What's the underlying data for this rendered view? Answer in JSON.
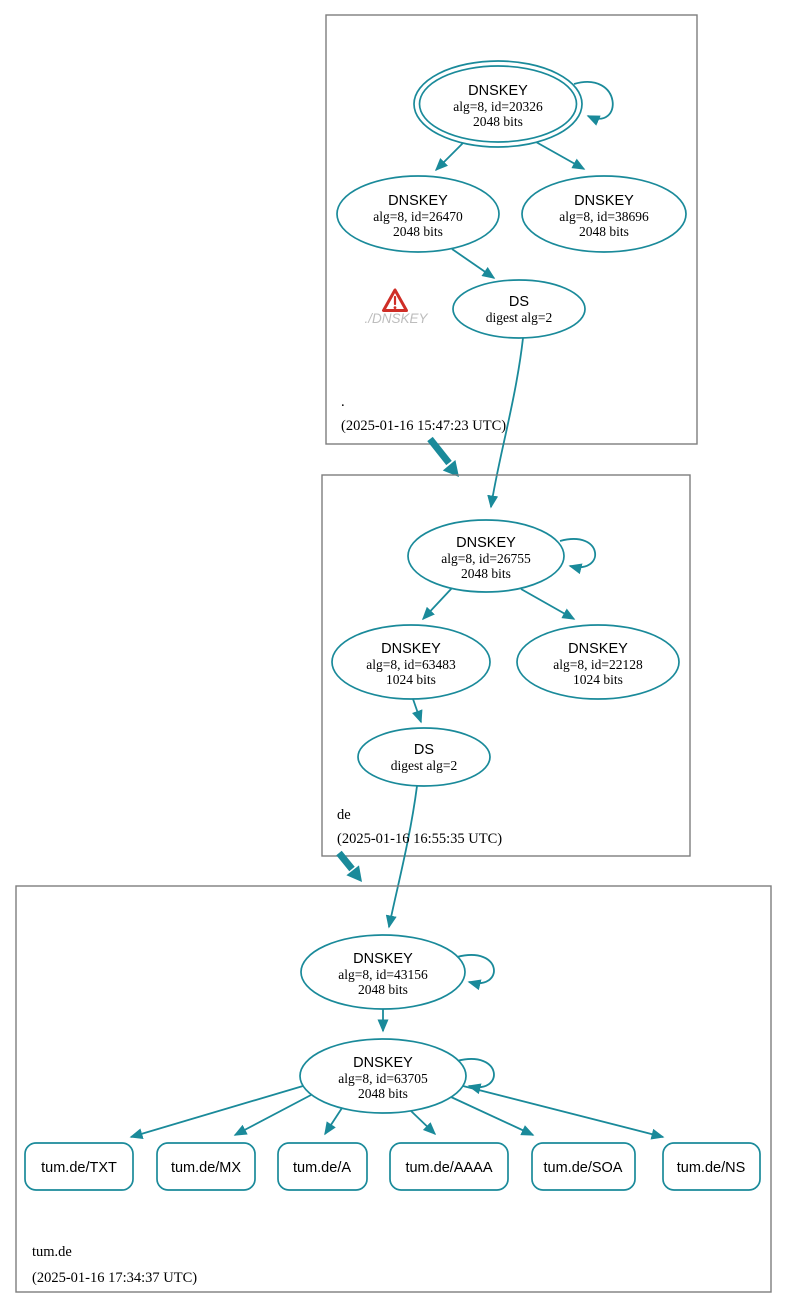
{
  "diagram": {
    "kind": "dnssec-authentication-chain",
    "colors": {
      "edge_teal": "#1a8a9a",
      "ksk_fill_gray": "#d3d3d3",
      "node_fill_white": "#ffffff",
      "zone_border_gray": "#7d7d7d",
      "warning_red": "#cf2e27",
      "dimmed_label_gray": "#bdbdbd"
    },
    "zones": [
      {
        "label": ".",
        "timestamp": "(2025-01-16 15:47:23 UTC)",
        "warning_label": "./DNSKEY",
        "nodes": {
          "ksk": {
            "title": "DNSKEY",
            "alg": "alg=8, id=20326",
            "bits": "2048 bits"
          },
          "zsk1": {
            "title": "DNSKEY",
            "alg": "alg=8, id=26470",
            "bits": "2048 bits"
          },
          "zsk2": {
            "title": "DNSKEY",
            "alg": "alg=8, id=38696",
            "bits": "2048 bits"
          },
          "ds": {
            "title": "DS",
            "detail": "digest alg=2"
          }
        }
      },
      {
        "label": "de",
        "timestamp": "(2025-01-16 16:55:35 UTC)",
        "nodes": {
          "ksk": {
            "title": "DNSKEY",
            "alg": "alg=8, id=26755",
            "bits": "2048 bits"
          },
          "zsk1": {
            "title": "DNSKEY",
            "alg": "alg=8, id=63483",
            "bits": "1024 bits"
          },
          "zsk2": {
            "title": "DNSKEY",
            "alg": "alg=8, id=22128",
            "bits": "1024 bits"
          },
          "ds": {
            "title": "DS",
            "detail": "digest alg=2"
          }
        }
      },
      {
        "label": "tum.de",
        "timestamp": "(2025-01-16 17:34:37 UTC)",
        "nodes": {
          "ksk": {
            "title": "DNSKEY",
            "alg": "alg=8, id=43156",
            "bits": "2048 bits"
          },
          "zsk": {
            "title": "DNSKEY",
            "alg": "alg=8, id=63705",
            "bits": "2048 bits"
          }
        },
        "rrsets": [
          "tum.de/TXT",
          "tum.de/MX",
          "tum.de/A",
          "tum.de/AAAA",
          "tum.de/SOA",
          "tum.de/NS"
        ]
      }
    ]
  }
}
